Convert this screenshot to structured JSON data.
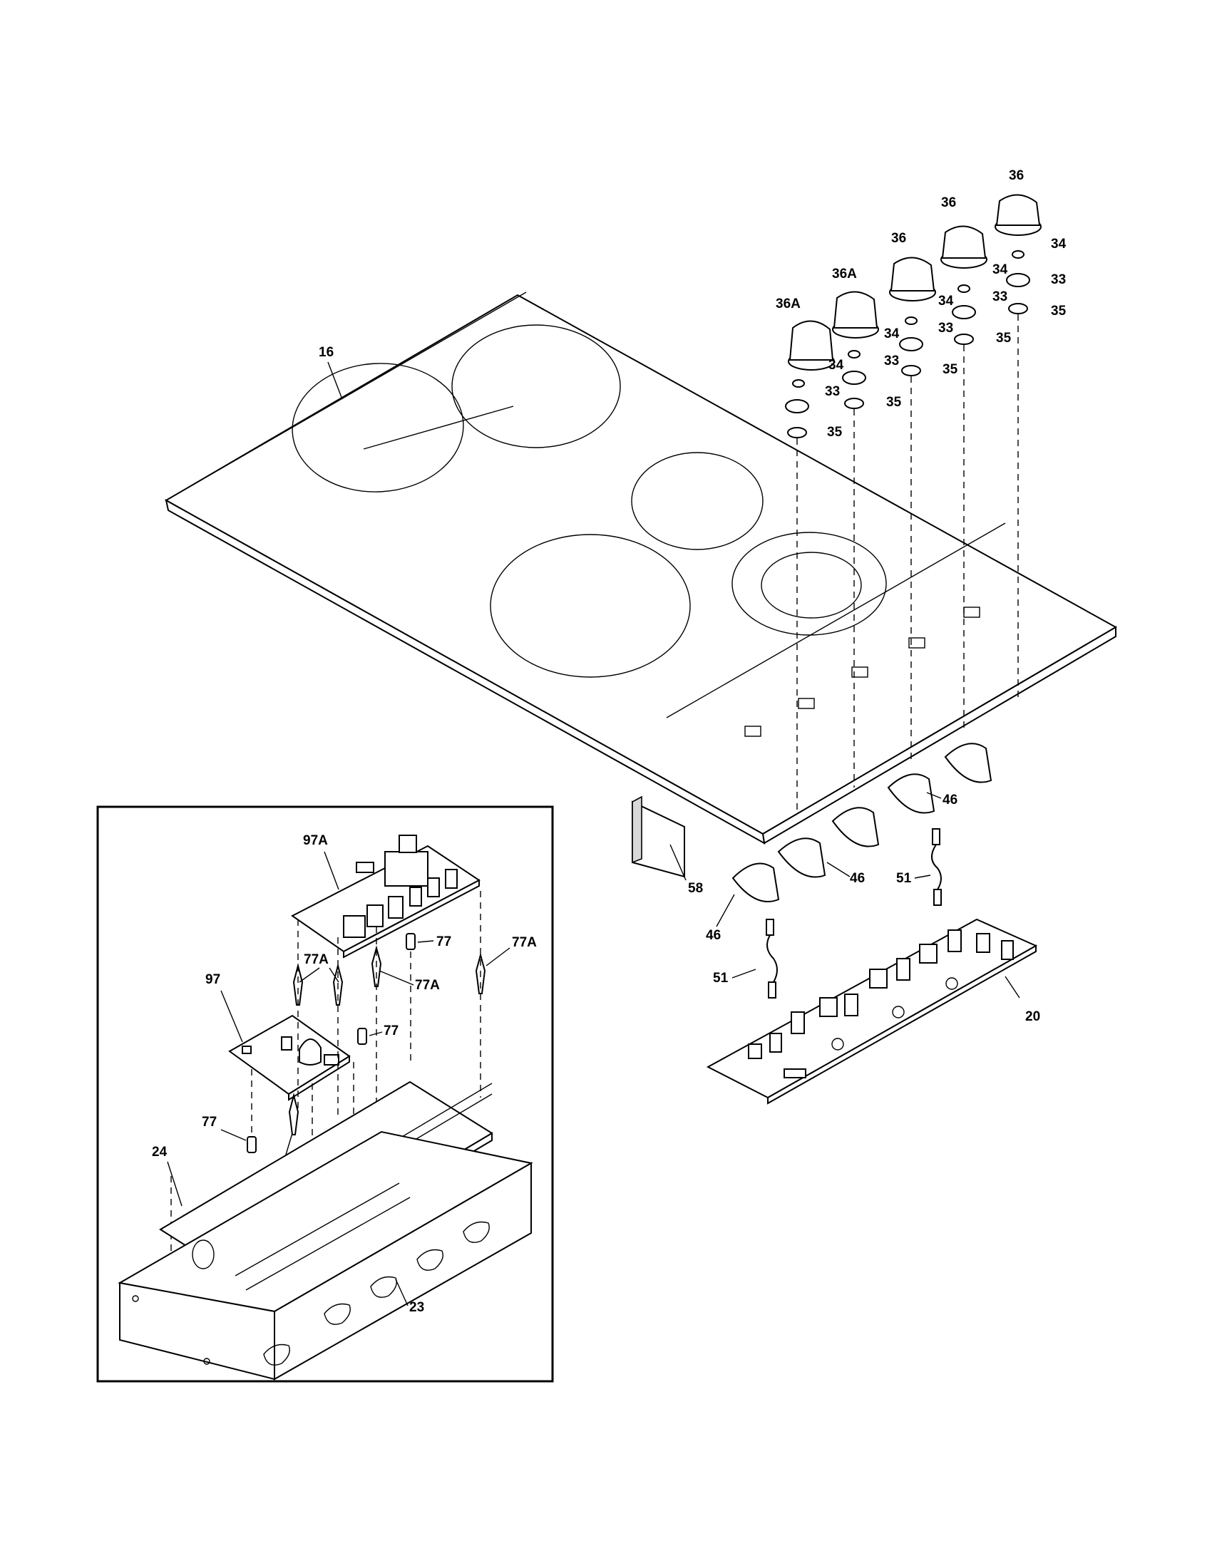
{
  "diagram": {
    "labels": {
      "cooktop_glass": "16",
      "knob_1": "36A",
      "knob_2": "36A",
      "knob_3": "36",
      "knob_4": "36",
      "knob_5": "36",
      "nut": "34",
      "washer_large": "33",
      "washer_small": "35",
      "gasket": "46",
      "bracket": "58",
      "harness": "51",
      "control_board": "20",
      "relay_board": "97A",
      "small_board": "97",
      "standoff": "77",
      "support": "77A",
      "tray": "24",
      "housing": "23"
    }
  }
}
